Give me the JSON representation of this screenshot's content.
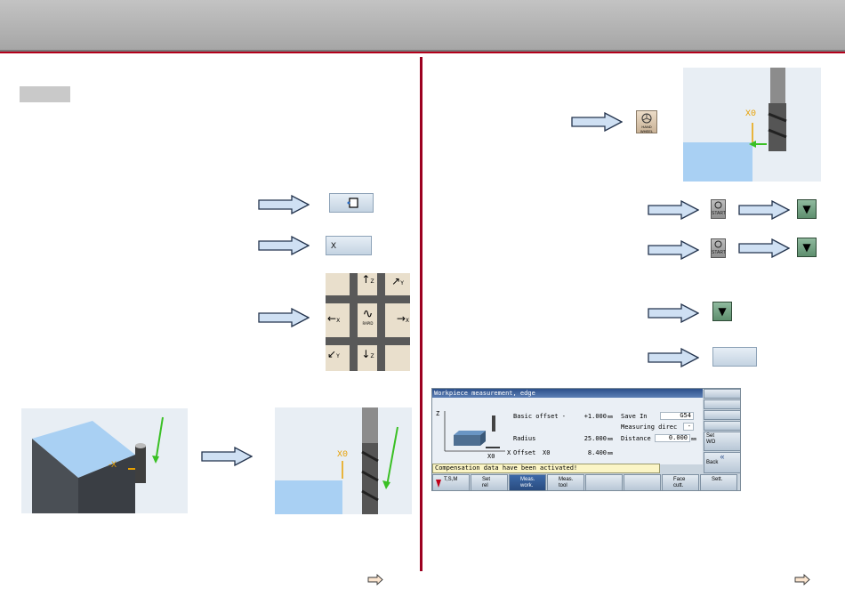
{
  "header": {
    "title": ""
  },
  "left": {
    "label_box": "",
    "softkey_frame": "",
    "softkey_x": "X",
    "jog_panel": {
      "rapid_label": "RAPID",
      "axis_z": "Z",
      "axis_y": "Y",
      "axis_x": "X"
    },
    "scene_left_label": "-X",
    "scene_right_label": "X0"
  },
  "right": {
    "handwheel_label": "HAND WHEEL",
    "scene_label": "X0",
    "start_label": "START",
    "down_arrow": "▼",
    "blank_softkey": ""
  },
  "screen": {
    "title": "Workpiece measurement, edge",
    "axis_z": "Z",
    "axis_x": "X",
    "x0_label": "X0",
    "basic_offset_label": "Basic offset -",
    "basic_offset_value": "+1.000",
    "basic_offset_unit": "mm",
    "radius_label": "Radius",
    "radius_value": "25.000",
    "radius_unit": "mm",
    "offset_label": "Offset",
    "offset_axis": "X0",
    "offset_value": "8.400",
    "offset_unit": "mm",
    "save_in_label": "Save In",
    "save_in_value": "G54",
    "measuring_dir_label": "Measuring direc",
    "measuring_dir_value": "-",
    "distance_label": "Distance",
    "distance_value": "0.000",
    "distance_unit": "mm",
    "message": "Compensation data have been activated!",
    "vsk_set_wo": "Set\nWO",
    "vsk_back": "Back",
    "vsk_back_icon": "«",
    "hsk_tsm": "T,S,M",
    "hsk_set_rel": "Set\nrel",
    "hsk_meas_work": "Meas.\nwork.",
    "hsk_meas_tool": "Meas.\ntool",
    "hsk_face_cutt": "Face\ncutt.",
    "hsk_sett": "Sett."
  },
  "colors": {
    "divider": "#9c0020",
    "arrow_fill": "#cfe0f3",
    "arrow_stroke": "#23334d",
    "accent_blue": "#a9d0f3",
    "label_orange": "#e8a000"
  }
}
